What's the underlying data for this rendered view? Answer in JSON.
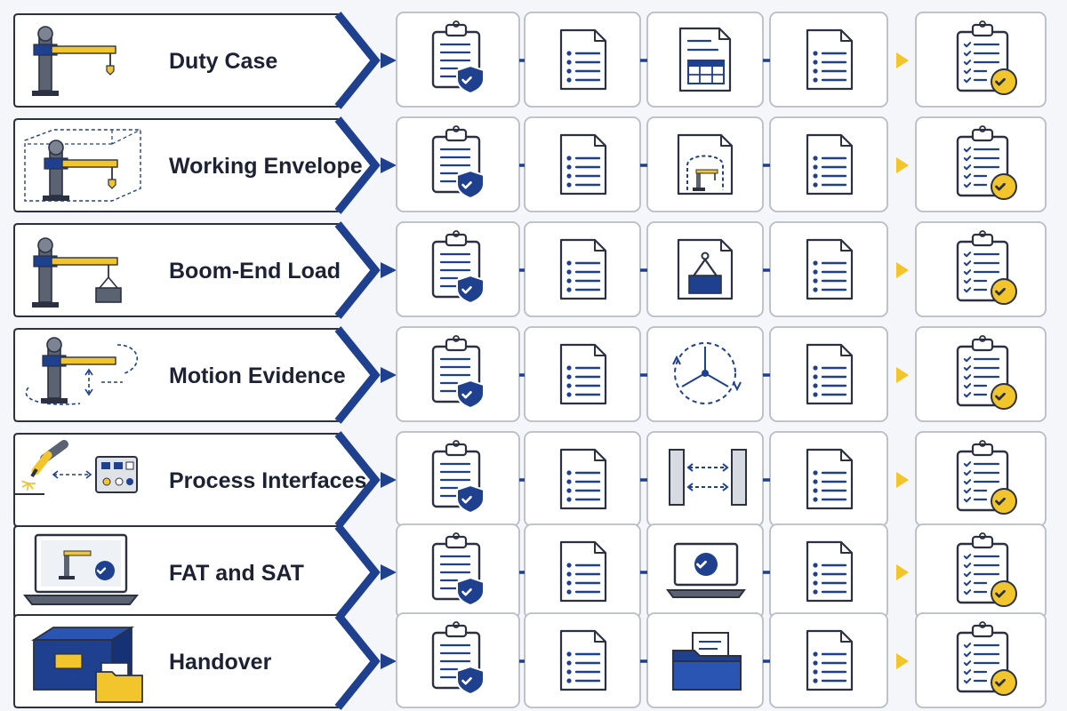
{
  "colors": {
    "navy": "#1f3f8f",
    "dark": "#2b3140",
    "yellow": "#f2c52d",
    "card_border": "#b8bcc4",
    "grey_metal": "#5b6372",
    "screen": "#c9ced6"
  },
  "rows": [
    {
      "label": "Duty Case",
      "icon": "pillar-jib-crane-icon",
      "stage3_icon": "table-document-icon"
    },
    {
      "label": "Working Envelope",
      "icon": "crane-envelope-icon",
      "stage3_icon": "envelope-document-icon"
    },
    {
      "label": "Boom-End Load",
      "icon": "crane-load-icon",
      "stage3_icon": "load-document-icon"
    },
    {
      "label": "Motion Evidence",
      "icon": "crane-motion-icon",
      "stage3_icon": "motion-arrows-icon"
    },
    {
      "label": "Process Interfaces",
      "icon": "torch-panel-icon",
      "stage3_icon": "interface-arrows-icon"
    },
    {
      "label": "FAT and SAT",
      "icon": "laptop-crane-check-icon",
      "stage3_icon": "laptop-check-icon"
    },
    {
      "label": "Handover",
      "icon": "crate-folder-icon",
      "stage3_icon": "folder-documents-icon"
    }
  ],
  "pipeline": {
    "stage1_icon": "clipboard-shield-icon",
    "stage2_icon": "list-document-icon",
    "stage4_icon": "list-document-icon",
    "final_icon": "checklist-approved-icon",
    "connector_icon": "line-connector-icon",
    "arrow_icon": "yellow-arrow-icon"
  }
}
